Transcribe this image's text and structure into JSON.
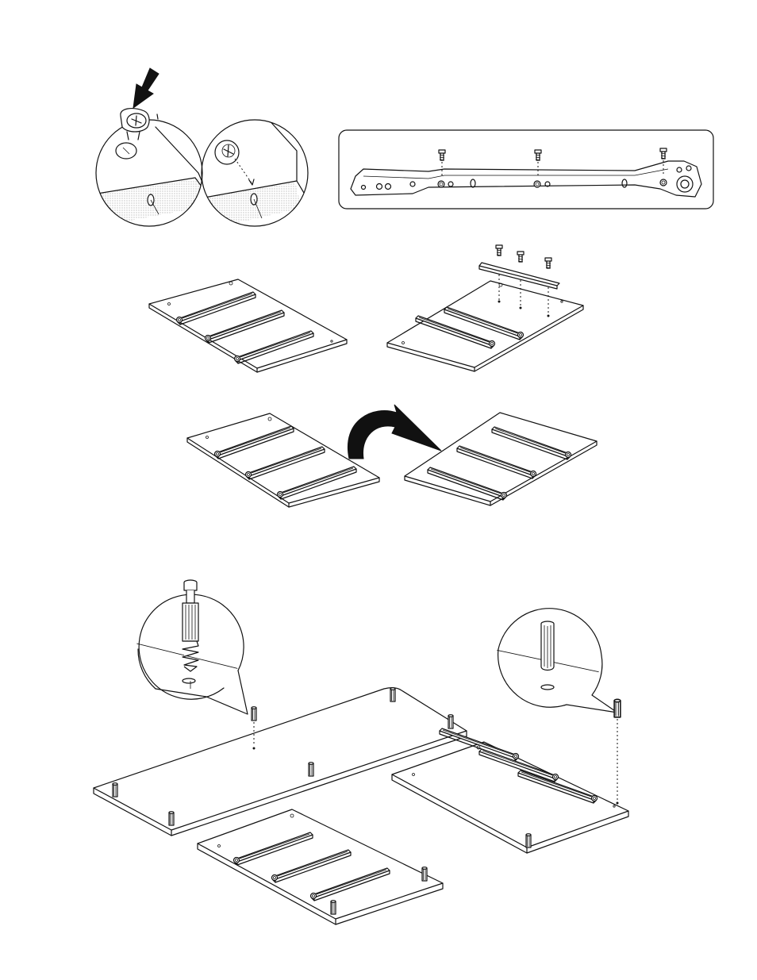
{
  "page": {
    "background": "#ffffff",
    "line_color": "#111111"
  },
  "steps": [
    {
      "id": "insert-cam-fittings",
      "icons": [
        "down-arrow-icon",
        "cam-lock-icon",
        "magnifier-callout"
      ]
    },
    {
      "id": "rail-screws-detail",
      "icons": [
        "drawer-slide-rail",
        "screw-icon"
      ]
    },
    {
      "id": "attach-rails-to-panels",
      "icons": [
        "panel-with-rails",
        "screw-icon"
      ]
    },
    {
      "id": "flip-panel",
      "icons": [
        "curved-arrow-icon",
        "panel-with-rails"
      ]
    },
    {
      "id": "insert-dowels-and-bolts",
      "icons": [
        "cam-bolt-icon",
        "wood-dowel-icon",
        "magnifier-callout"
      ]
    }
  ]
}
